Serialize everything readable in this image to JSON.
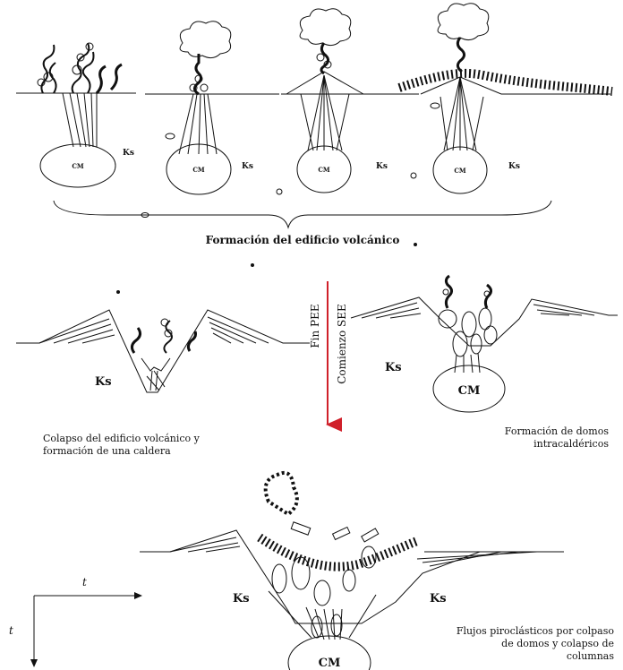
{
  "colors": {
    "ink": "#111111",
    "arrow_red": "#d0202a"
  },
  "stage1": {
    "caption": "Formación del edificio volcánico",
    "chamber_label": "CM",
    "rock_label": "Ks"
  },
  "stage2": {
    "rock_label": "Ks",
    "caption_line1": "Colapso del edificio volcánico y",
    "caption_line2": "formación de una caldera"
  },
  "transition": {
    "label1": "Fin PEE",
    "label2": "Comienzo SEE"
  },
  "stage3": {
    "rock_label": "Ks",
    "chamber_label": "CM",
    "caption_line1": "Formación de domos",
    "caption_line2": "intracaldéricos"
  },
  "stage4": {
    "rock_label_left": "Ks",
    "rock_label_right": "Ks",
    "chamber_label": "CM",
    "caption_line1": "Flujos piroclásticos por colpaso",
    "caption_line2": "de domos y colapso de",
    "caption_line3": "columnas"
  },
  "axes": {
    "time_label": "t"
  }
}
